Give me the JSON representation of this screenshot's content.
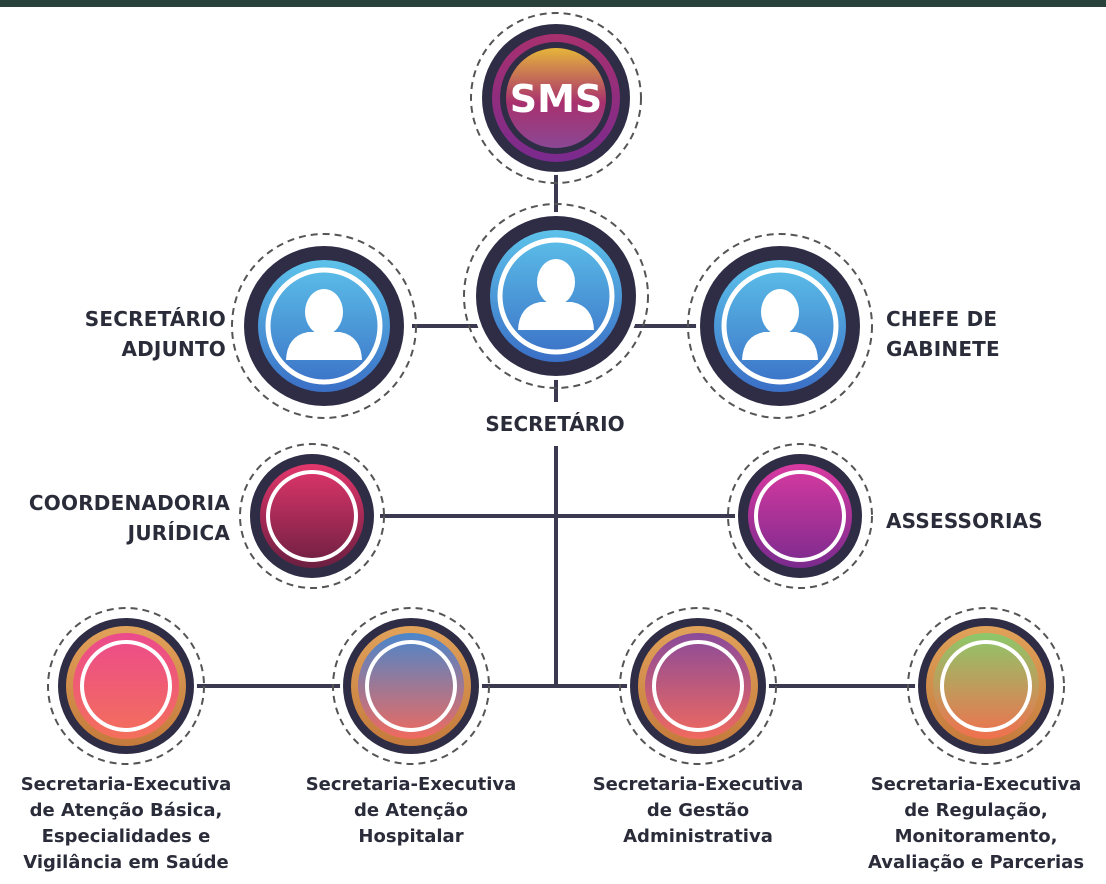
{
  "nodes": {
    "sms": {
      "text": "SMS",
      "gradient": [
        "#e6b53a",
        "#a8306e",
        "#8a4894"
      ]
    },
    "secretario": {
      "label": "SECRETÁRIO",
      "gradient": [
        "#5dc2ea",
        "#3a6fc6"
      ]
    },
    "adjunto": {
      "lines": [
        "SECRETÁRIO",
        "ADJUNTO"
      ],
      "gradient": [
        "#5dc2ea",
        "#3a6fc6"
      ]
    },
    "gabinete": {
      "lines": [
        "CHEFE DE",
        "GABINETE"
      ],
      "gradient": [
        "#5dc2ea",
        "#3a6fc6"
      ]
    },
    "juridica": {
      "lines": [
        "COORDENADORIA",
        "JURÍDICA"
      ],
      "gradient": [
        "#e2366c",
        "#6b1f40"
      ]
    },
    "assessorias": {
      "lines": [
        "ASSESSORIAS"
      ],
      "gradient": [
        "#d93aa0",
        "#7a2a8e"
      ]
    },
    "basica": {
      "lines": [
        "Secretaria-Executiva",
        "de Atenção Básica,",
        "Especialidades e",
        "Vigilância em Saúde"
      ],
      "gradient": [
        "#ec4a8c",
        "#f3705a"
      ]
    },
    "hospitalar": {
      "lines": [
        "Secretaria-Executiva",
        "de Atenção",
        "Hospitalar"
      ],
      "gradient": [
        "#4a86cc",
        "#f06a5e"
      ]
    },
    "gestao": {
      "lines": [
        "Secretaria-Executiva",
        "de Gestão",
        "Administrativa"
      ],
      "gradient": [
        "#8a4a9a",
        "#f06a5e"
      ]
    },
    "regulacao": {
      "lines": [
        "Secretaria-Executiva",
        "de Regulação,",
        "Monitoramento,",
        "Avaliação e Parcerias"
      ],
      "gradient": [
        "#8cc86a",
        "#f0704e"
      ]
    }
  },
  "colors": {
    "ring_dark": "#2f2d45",
    "ring_gold": "#d89a52",
    "connector": "#3a3950",
    "text": "#2a2c3a",
    "top_bar": "#28423b"
  }
}
